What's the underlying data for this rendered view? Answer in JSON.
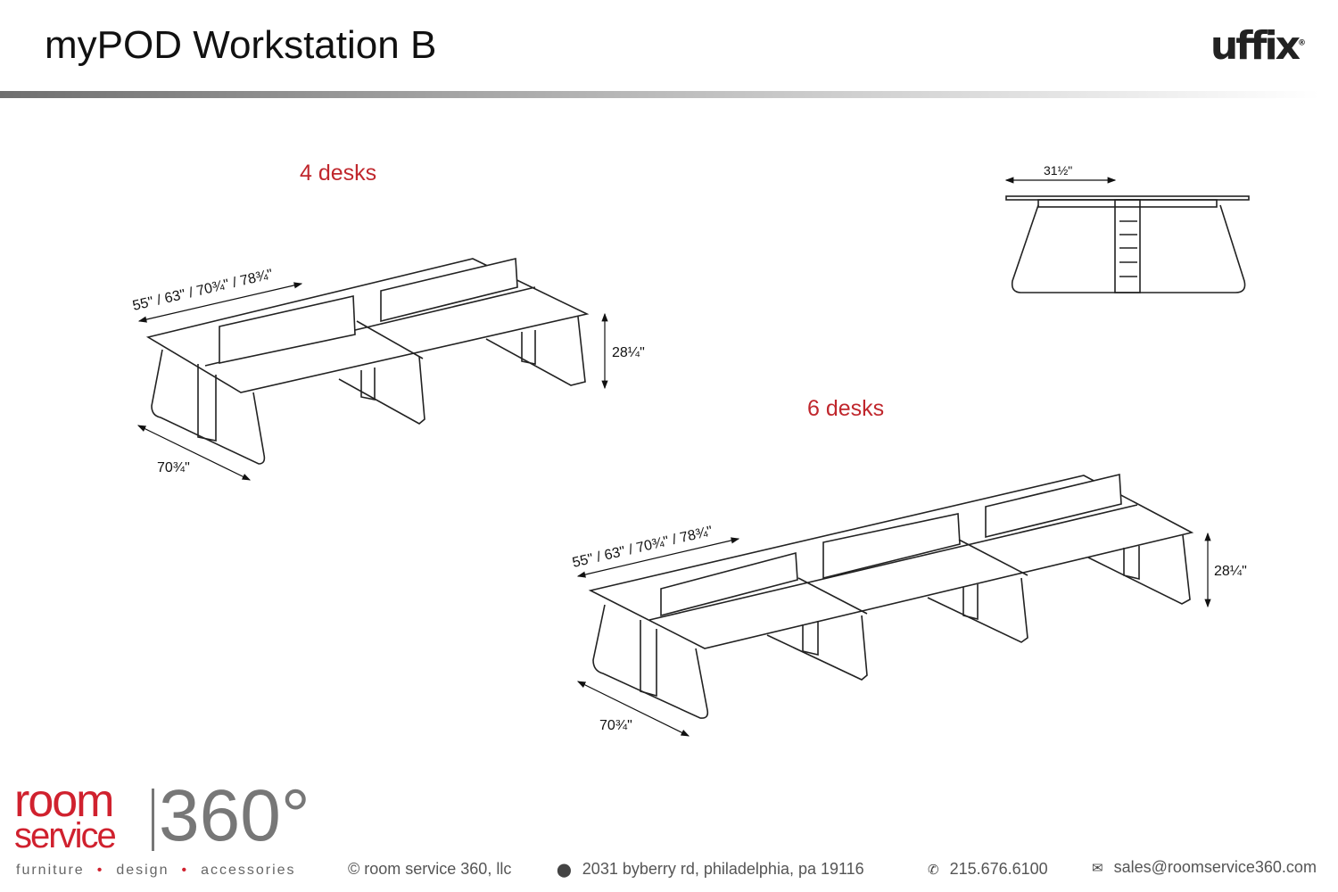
{
  "header": {
    "title": "myPOD Workstation B",
    "brand": "uffix"
  },
  "drawings": {
    "four": {
      "label": "4 desks",
      "length": "55\" / 63\" / 70¾\" / 78¾\"",
      "height": "28¼\"",
      "depth": "70¾\""
    },
    "six": {
      "label": "6 desks",
      "length": "55\" / 63\" / 70¾\" / 78¾\"",
      "height": "28¼\"",
      "depth": "70¾\""
    },
    "side": {
      "width": "31½\""
    }
  },
  "footer": {
    "logo_room": "room",
    "logo_service": "service",
    "logo_360": "360°",
    "tagline": [
      "furniture",
      "design",
      "accessories"
    ],
    "copyright": "© room service 360, llc",
    "address": "2031 byberry rd, philadelphia, pa 19116",
    "phone": "215.676.6100",
    "email": "sales@roomservice360.com"
  }
}
